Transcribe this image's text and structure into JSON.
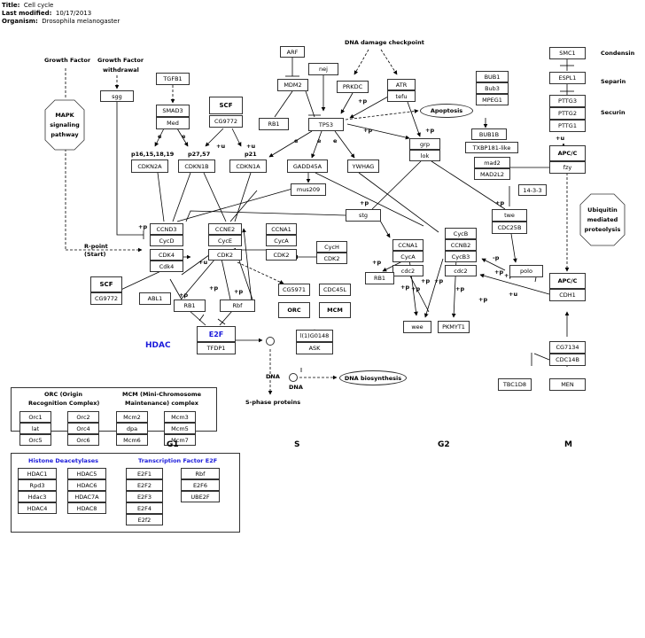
{
  "header": {
    "title_label": "Title:",
    "title": "Cell cycle",
    "modified_label": "Last modified:",
    "modified": "10/17/2013",
    "organism_label": "Organism:",
    "organism": "Drosophila melanogaster"
  },
  "labels": {
    "growth_factor": "Growth Factor",
    "gf_withdrawal_1": "Growth Factor",
    "gf_withdrawal_2": "withdrawal",
    "mapk": "MAPK\nsignaling\npathway",
    "rpoint_1": "R-point",
    "rpoint_2": "(Start)",
    "dna_damage": "DNA damage checkpoint",
    "condensin": "Condensin",
    "separin": "Separin",
    "securin": "Securin",
    "ubiquitin": "Ubiquitin\nmediated\nproteolysis",
    "p16": "p16,15,18,19",
    "p27": "p27,57",
    "p21": "p21",
    "hdac": "HDAC",
    "dna1": "DNA",
    "dna2": "DNA",
    "sphase": "S-phase proteins",
    "plus_p": "+p",
    "plus_u": "+u",
    "minus_p": "-p",
    "e": "e"
  },
  "nodes": {
    "arf": "ARF",
    "mdm2": "MDM2",
    "nej": "nej",
    "prkdc": "PRKDC",
    "atr": "ATR",
    "tefu": "tefu",
    "rb1a": "RB1",
    "tp53": "TP53",
    "tgfb1": "TGFB1",
    "smad3": "SMAD3",
    "med": "Med",
    "scf": "SCF",
    "cg9772": "CG9772",
    "sgg": "sgg",
    "cdkn2a": "CDKN2A",
    "cdkn1b": "CDKN1B",
    "cdkn1a": "CDKN1A",
    "gadd45a": "GADD45A",
    "ywhag": "YWHAG",
    "mus209": "mus209",
    "grp": "grp",
    "lok": "lok",
    "bub1": "BUB1",
    "bub3": "Bub3",
    "mpeg1": "MPEG1",
    "bub1b": "BUB1B",
    "txbp": "TXBP181-like",
    "mad2": "mad2",
    "mad2l2": "MAD2L2",
    "smc1": "SMC1",
    "espl1": "ESPL1",
    "pttg3": "PTTG3",
    "pttg2": "PTTG2",
    "pttg1": "PTTG1",
    "apcc1": "APC/C",
    "fzy": "fzy",
    "y1433": "14-3-3",
    "twe": "twe",
    "cdc25b": "CDC25B",
    "stg": "stg",
    "ccnd3": "CCND3",
    "cycd": "CycD",
    "cdk4": "CDK4",
    "cdk4b": "Cdk4",
    "ccne2": "CCNE2",
    "cyce": "CycE",
    "cdk2a": "CDK2",
    "ccna1a": "CCNA1",
    "cyca": "CycA",
    "cdk2b": "CDK2",
    "cych": "CycH",
    "cdk2c": "CDK2",
    "ccna1b": "CCNA1",
    "cycab": "CycA",
    "cdc2a": "cdc2",
    "cycb": "CycB",
    "ccnb2": "CCNB2",
    "cycb3": "CycB3",
    "cdc2b": "cdc2",
    "polo": "polo",
    "scf2": "SCF",
    "cg9772b": "CG9772",
    "abl1": "ABL1",
    "rb1b": "RB1",
    "rbf": "Rbf",
    "e2f": "E2F",
    "tfdp1": "TFDP1",
    "cg5971": "CG5971",
    "cdc45l": "CDC45L",
    "orc": "ORC",
    "mcm": "MCM",
    "l1g0148": "l(1)G0148",
    "ask": "ASK",
    "rb1c": "RB1",
    "wee": "wee",
    "pkmyt1": "PKMYT1",
    "apcc2": "APC/C",
    "cdh1": "CDH1",
    "cg7134": "CG7134",
    "cdc14b": "CDC14B",
    "men": "MEN",
    "tbc1d8": "TBC1D8",
    "apoptosis": "Apoptosis",
    "dna_bio": "DNA biosynthesis"
  },
  "legend1": {
    "orc_title_1": "ORC (Origin",
    "orc_title_2": "Recognition Complex)",
    "mcm_title_1": "MCM (Mini-Chromosome",
    "mcm_title_2": "Maintenance) complex",
    "orc": [
      "Orc1",
      "lat",
      "Orc5"
    ],
    "orc_b": [
      "Orc2",
      "Orc4",
      "Orc6"
    ],
    "mcm": [
      "Mcm2",
      "dpa",
      "Mcm6"
    ],
    "mcm_b": [
      "Mcm3",
      "Mcm5",
      "Mcm7"
    ]
  },
  "phases": {
    "g1": "G1",
    "s": "S",
    "g2": "G2",
    "m": "M"
  },
  "legend2": {
    "hdac_title": "Histone Deacetylases",
    "e2f_title": "Transcription Factor E2F",
    "hdac_a": [
      "HDAC1",
      "Rpd3",
      "Hdac3",
      "HDAC4"
    ],
    "hdac_b": [
      "HDAC5",
      "HDAC6",
      "HDAC7A",
      "HDAC8"
    ],
    "e2f_a": [
      "E2F1",
      "E2F2",
      "E2F3",
      "E2F4",
      "E2f2"
    ],
    "e2f_b": [
      "Rbf",
      "E2F6",
      "UBE2F"
    ]
  }
}
